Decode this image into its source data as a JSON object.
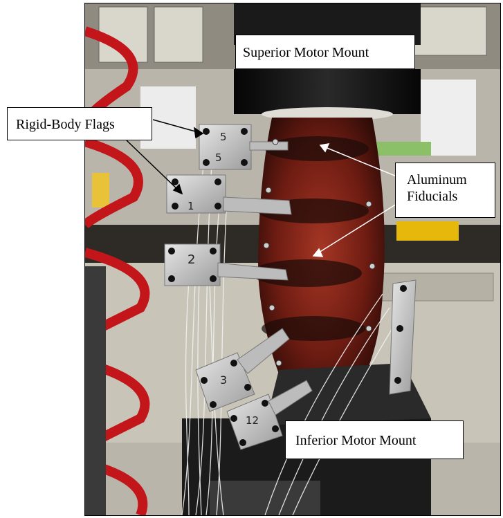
{
  "labels": {
    "superior": "Superior Motor Mount",
    "rigid_body": "Rigid-Body Flags",
    "aluminum_line1": "Aluminum",
    "aluminum_line2": "Fiducials",
    "inferior": "Inferior Motor Mount"
  },
  "flag_numbers": {
    "top": "5",
    "top_lower": "5",
    "second": "1",
    "third": "2",
    "fourth": "3",
    "fifth": "12"
  },
  "colors": {
    "specimen": "#6e1c12",
    "mount": "#121212",
    "flag": "#c8c8c8",
    "spring": "#c2161b"
  }
}
